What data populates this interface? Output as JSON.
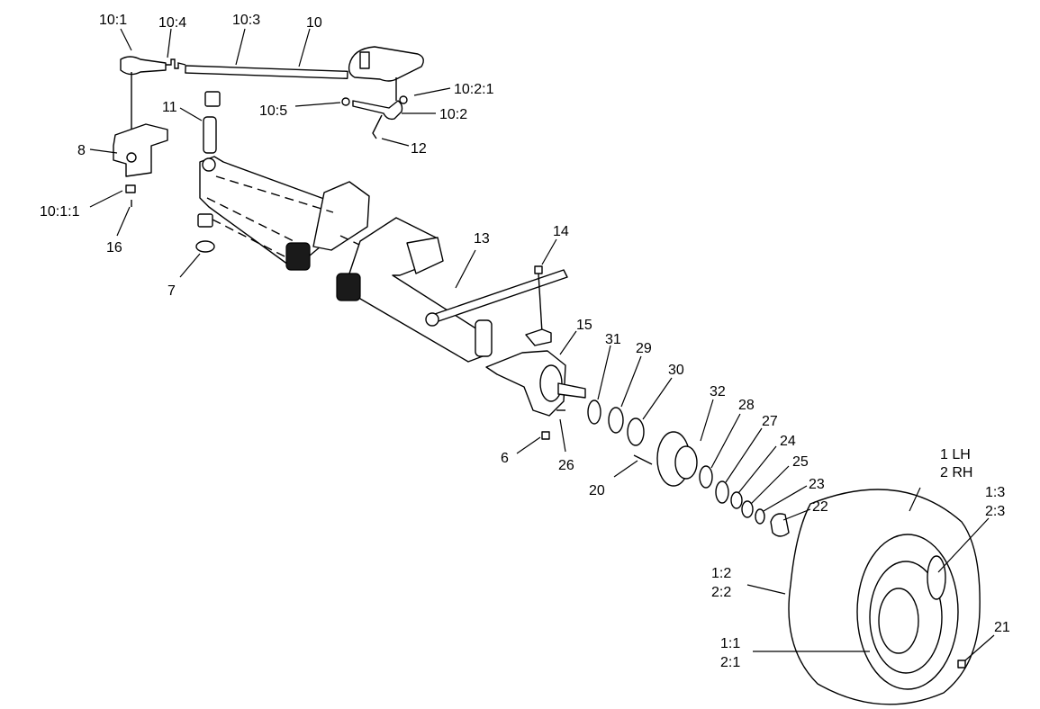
{
  "labels": {
    "l_10_1": "10:1",
    "l_10_4": "10:4",
    "l_10_3": "10:3",
    "l_10": "10",
    "l_10_2_1": "10:2:1",
    "l_10_5": "10:5",
    "l_10_2": "10:2",
    "l_11": "11",
    "l_12": "12",
    "l_8": "8",
    "l_10_1_1": "10:1:1",
    "l_16": "16",
    "l_7": "7",
    "l_13": "13",
    "l_14": "14",
    "l_15": "15",
    "l_31": "31",
    "l_29": "29",
    "l_30": "30",
    "l_32": "32",
    "l_28": "28",
    "l_27": "27",
    "l_24": "24",
    "l_25": "25",
    "l_23": "23",
    "l_22": "22",
    "l_6": "6",
    "l_26": "26",
    "l_20": "20",
    "l_1lh": "1 LH",
    "l_2rh": "2 RH",
    "l_1_3": "1:3",
    "l_2_3": "2:3",
    "l_1_2": "1:2",
    "l_2_2": "2:2",
    "l_1_1": "1:1",
    "l_2_1": "2:1",
    "l_21": "21"
  }
}
